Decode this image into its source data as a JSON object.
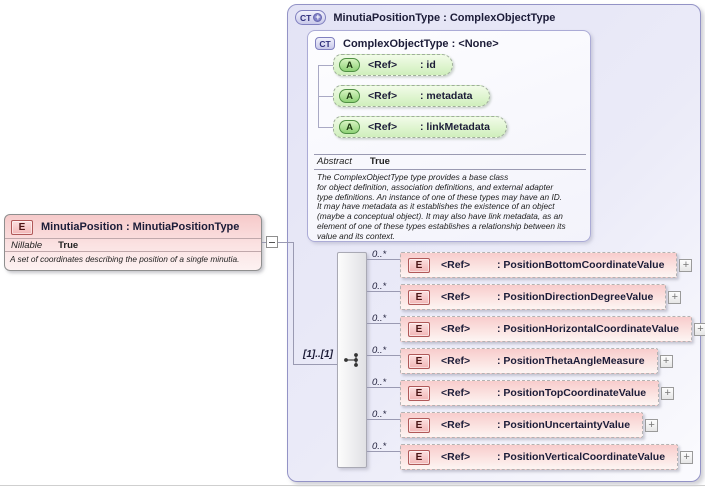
{
  "left_element": {
    "badge": "E",
    "title": "MinutiaPosition : MinutiaPositionType",
    "property_label": "Nillable",
    "property_value": "True",
    "annotation": "A set of coordinates describing the position of a single minutia."
  },
  "type_panel": {
    "badge": "CT",
    "derived_glyph": "+",
    "title": "MinutiaPositionType : ComplexObjectType",
    "base_type": {
      "badge": "CT",
      "title": "ComplexObjectType : <None>",
      "attribute_badge": "A",
      "attributes": [
        {
          "ref": "<Ref>",
          "name": ": id"
        },
        {
          "ref": "<Ref>",
          "name": ": metadata"
        },
        {
          "ref": "<Ref>",
          "name": ": linkMetadata"
        }
      ],
      "property_label": "Abstract",
      "property_value": "True",
      "annotation": "The ComplexObjectType type provides a base class\nfor object definition, association definitions, and external adapter\ntype definitions. An instance of one of these types may have an ID.\nIt may have metadata as it establishes the existence of an object\n(maybe a conceptual object). It may also have link metadata, as an\nelement of one of these types establishes a relationship between its\nvalue and its context."
    },
    "sequence": {
      "cardinality": "[1]..[1]"
    },
    "element_badge": "E",
    "expand_glyph": "+",
    "elements": [
      {
        "cardinality": "0..*",
        "ref": "<Ref>",
        "name": ": PositionBottomCoordinateValue"
      },
      {
        "cardinality": "0..*",
        "ref": "<Ref>",
        "name": ": PositionDirectionDegreeValue"
      },
      {
        "cardinality": "0..*",
        "ref": "<Ref>",
        "name": ": PositionHorizontalCoordinateValue"
      },
      {
        "cardinality": "0..*",
        "ref": "<Ref>",
        "name": ": PositionThetaAngleMeasure"
      },
      {
        "cardinality": "0..*",
        "ref": "<Ref>",
        "name": ": PositionTopCoordinateValue"
      },
      {
        "cardinality": "0..*",
        "ref": "<Ref>",
        "name": ": PositionUncertaintyValue"
      },
      {
        "cardinality": "0..*",
        "ref": "<Ref>",
        "name": ": PositionVerticalCoordinateValue"
      }
    ]
  },
  "colors": {
    "panel_fill": "#e6e6f7",
    "panel_border": "#9393c6",
    "element_fill": "#f8cccc",
    "element_badge_border": "#b05858",
    "attribute_fill": "#ddf4cd",
    "attribute_badge_border": "#4f8f44",
    "type_badge_border": "#8080bf",
    "text": "#1c1c38"
  }
}
